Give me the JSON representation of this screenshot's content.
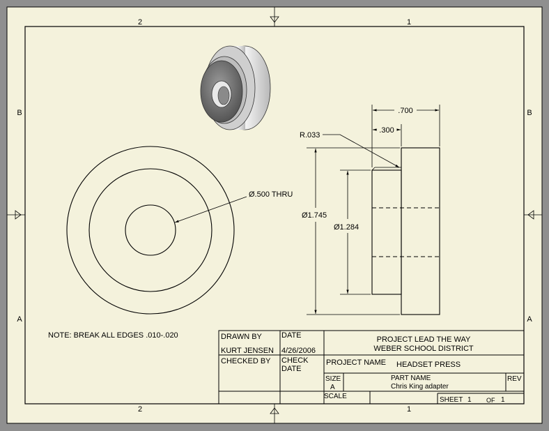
{
  "zones": {
    "top": [
      "2",
      "1"
    ],
    "bottom": [
      "2",
      "1"
    ],
    "left": [
      "B",
      "A"
    ],
    "right": [
      "B",
      "A"
    ]
  },
  "views": {
    "isometric": {
      "icon": "washer-3d-view"
    },
    "front": {
      "hole_callout": "Ø.500 THRU"
    },
    "side": {
      "radius": "R.033",
      "width_overall": ".700",
      "width_step": ".300",
      "diameter_outer": "Ø1.745",
      "diameter_step": "Ø1.284"
    }
  },
  "note": "NOTE: BREAK ALL EDGES .010-.020",
  "title_block": {
    "drawn_by_label": "DRAWN BY",
    "drawn_by": "KURT JENSEN",
    "date_label": "DATE",
    "date": "4/26/2006",
    "checked_by_label": "CHECKED BY",
    "check_date_label_1": "CHECK",
    "check_date_label_2": "DATE",
    "org_line_1": "PROJECT LEAD THE WAY",
    "org_line_2": "WEBER SCHOOL DISTRICT",
    "project_name_label": "PROJECT NAME",
    "project_name": "HEADSET PRESS",
    "size_label": "SIZE",
    "size": "A",
    "part_name_label": "PART NAME",
    "part_name": "Chris King adapter",
    "rev_label": "REV",
    "scale_label": "SCALE",
    "sheet_label": "SHEET",
    "sheet": "1",
    "of_label": "OF",
    "of": "1"
  },
  "colors": {
    "paper": "#f4f2dc",
    "background": "#8f8f8f",
    "line": "#000000"
  }
}
